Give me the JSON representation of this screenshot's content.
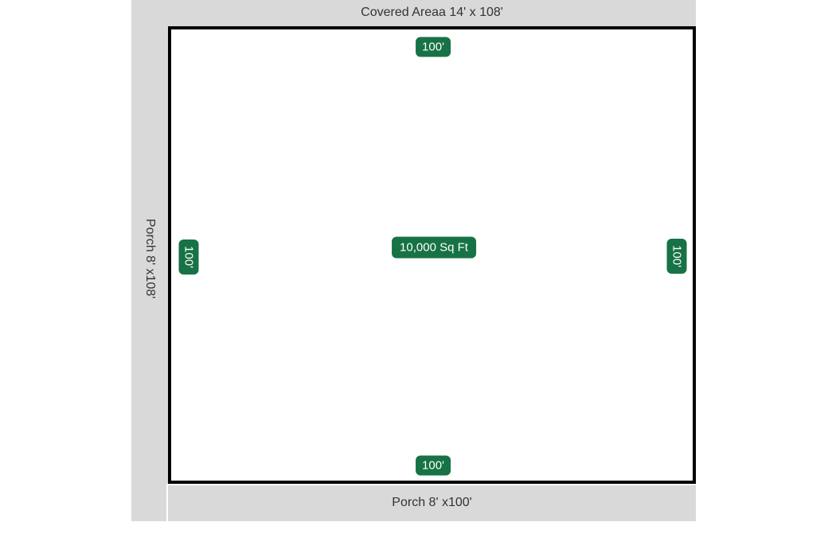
{
  "plan": {
    "covered_area_label": "Covered Areaa 14' x 108'",
    "left_porch_label": "Porch 8' x108'",
    "bottom_porch_label": "Porch 8' x100'",
    "building_area_label": "10,000 Sq Ft",
    "dimensions": {
      "top": "100'",
      "bottom": "100'",
      "left": "100'",
      "right": "100'"
    }
  },
  "colors": {
    "dimension_badge": "#177245",
    "badge_text": "#ffffff",
    "porch_fill": "#d9d9d9",
    "building_outline": "#000000",
    "building_fill": "#ffffff",
    "label_text": "#333333"
  }
}
